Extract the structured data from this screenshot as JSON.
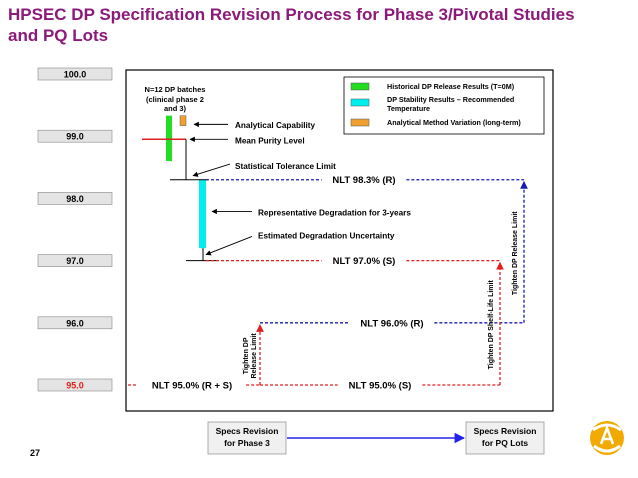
{
  "slide": {
    "title": "HPSEC DP Specification Revision Process for Phase 3/Pivotal Studies and PQ Lots",
    "page_number": "27",
    "logo_icon": "company-logo-icon"
  },
  "colors": {
    "title": "#8b1a7a",
    "release": "#22dd22",
    "stability": "#00eeee",
    "method_variation": "#f0a030",
    "limit_blue": "#1a1ab0",
    "limit_red": "#e02020",
    "tick_95": "#e02020"
  },
  "chart_data": {
    "type": "range-bar",
    "y_axis": {
      "ticks": [
        100.0,
        99.0,
        98.0,
        97.0,
        96.0,
        95.0
      ],
      "tick_labels": [
        "100.0",
        "99.0",
        "98.0",
        "97.0",
        "96.0",
        "95.0"
      ],
      "ylim": [
        94.6,
        100.1
      ],
      "grid": false
    },
    "sample_note": "N=12 DP batches (clinical phase 2 and 3)",
    "legend": {
      "position": "top-right",
      "items": [
        {
          "label": "Historical DP Release Results (T=0M)",
          "color": "#22dd22"
        },
        {
          "label": "DP Stability Results – Recommended Temperature",
          "color": "#00eeee"
        },
        {
          "label": "Analytical Method Variation (long-term)",
          "color": "#f0a030"
        }
      ]
    },
    "bars": [
      {
        "series": "Historical DP Release Results (T=0M)",
        "low": 98.6,
        "high": 99.33
      },
      {
        "series": "Analytical Method Variation (long-term)",
        "low": 99.17,
        "high": 99.33
      },
      {
        "series": "DP Stability Results – Recommended Temperature",
        "low": 97.2,
        "high": 98.3
      }
    ],
    "reference_levels": {
      "mean_purity": 98.95,
      "statistical_tolerance_limit": 98.3,
      "degradation_uncertainty_limit": 97.0
    },
    "annotations": [
      "Analytical Capability",
      "Mean Purity Level",
      "Statistical Tolerance Limit",
      "Representative Degradation for 3-years",
      "Estimated Degradation Uncertainty"
    ],
    "limits": [
      {
        "label": "NLT 98.3% (R)",
        "value": 98.3,
        "color": "#1a1ab0",
        "style": "dashed"
      },
      {
        "label": "NLT 97.0% (S)",
        "value": 97.0,
        "color": "#e02020",
        "style": "dashed"
      },
      {
        "label": "NLT 96.0% (R)",
        "value": 96.0,
        "color": "#1a1ab0",
        "style": "dashed"
      },
      {
        "label": "NLT 95.0% (R + S)",
        "value": 95.0,
        "color": "#e02020",
        "style": "dashed"
      },
      {
        "label": "NLT 95.0% (S)",
        "value": 95.0,
        "color": "#e02020",
        "style": "dashed"
      }
    ],
    "arrows": [
      {
        "label": "Tighten DP Release Limit",
        "from": 95.0,
        "to": 96.0,
        "color": "#e02020"
      },
      {
        "label": "Tighten DP Shelf-Life Limit",
        "from": 95.0,
        "to": 97.0,
        "color": "#e02020"
      },
      {
        "label": "Tighten DP Release Limit",
        "from": 96.0,
        "to": 98.3,
        "color": "#1a1ab0"
      }
    ],
    "stages": [
      {
        "label_line1": "Specs Revision",
        "label_line2": "for Phase 3"
      },
      {
        "label_line1": "Specs Revision",
        "label_line2": "for PQ Lots"
      }
    ]
  }
}
